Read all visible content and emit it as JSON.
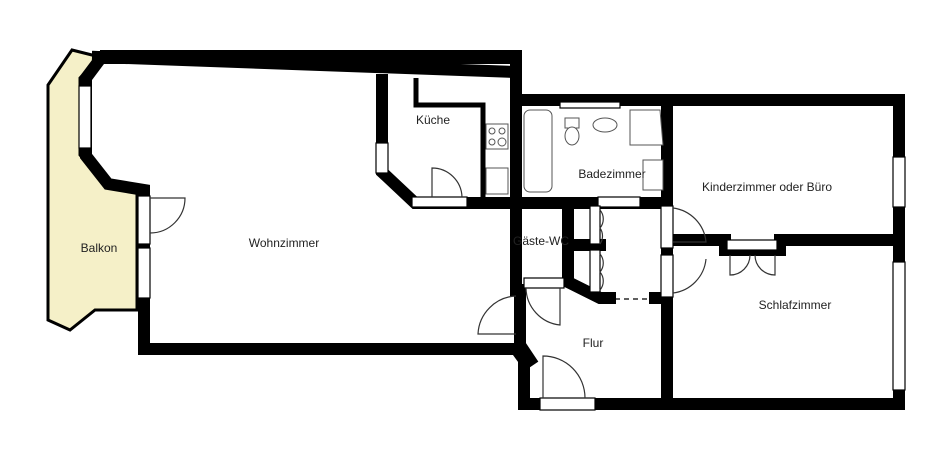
{
  "rooms": {
    "balkon": "Balkon",
    "wohnzimmer": "Wohnzimmer",
    "kueche": "Küche",
    "badezimmer": "Badezimmer",
    "kinderzimmer": "Kinderzimmer oder Büro",
    "gaeste_wc": "Gäste-WC",
    "schlafzimmer": "Schlafzimmer",
    "flur": "Flur"
  },
  "colors": {
    "balcony_fill": "#f5f0c8",
    "walls": "#000000"
  }
}
